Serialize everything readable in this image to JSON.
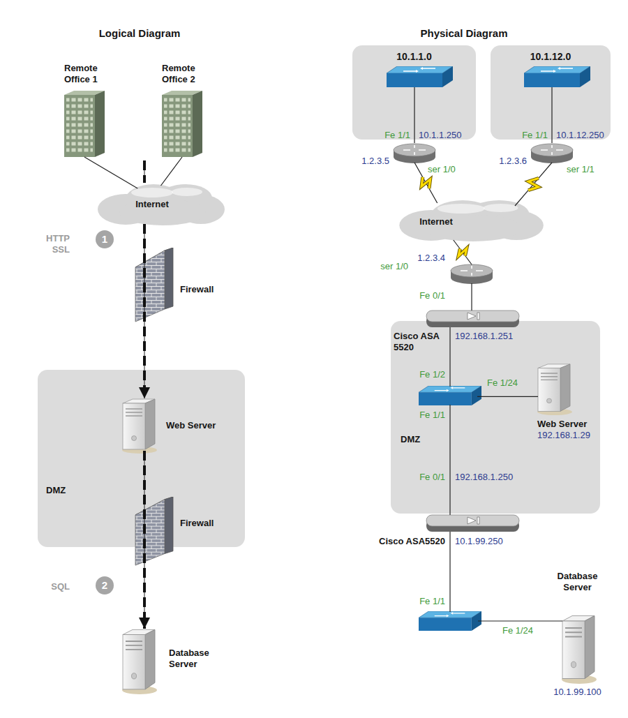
{
  "diagram": {
    "nodes": [
      {
        "text": [
          "Remote Office 1"
        ]
      },
      {
        "text": [
          "Remote Office 2"
        ]
      },
      {
        "text": [
          "Internet"
        ]
      },
      {
        "text": [
          "Firewall"
        ]
      },
      {
        "text": [
          "DMZ"
        ]
      },
      {
        "text": [
          "Web Server"
        ],
        "in": 4
      },
      {
        "text": [
          "Firewall"
        ],
        "in": 4
      },
      {
        "text": [
          "Database Server"
        ]
      },
      {
        "text": [
          "10.1.1.0"
        ]
      },
      {
        "text": [
          "Fe 1/1",
          "10.1.1.250",
          "1.2.3.5",
          "ser 1/0"
        ],
        "in": 8
      },
      {
        "text": [
          "10.1.12.0"
        ]
      },
      {
        "text": [
          "Fe 1/1",
          "10.1.12.250",
          "1.2.3.6",
          "ser 1/1"
        ],
        "in": 10
      },
      {
        "text": [
          "Internet"
        ]
      },
      {
        "text": [
          "ser 1/0",
          "1.2.3.4",
          "Fe 0/1"
        ]
      },
      {
        "text": [
          "DMZ"
        ]
      },
      {
        "text": [
          "Cisco ASA 5520",
          "192.168.1.251"
        ],
        "in": 14
      },
      {
        "text": [
          "Fe 1/2",
          "Fe 1/24",
          "Fe 1/1"
        ],
        "in": 14
      },
      {
        "text": [
          "Web Server",
          "192.168.1.29"
        ],
        "in": 14
      },
      {
        "text": [
          "Fe 0/1",
          "192.168.1.250",
          "Cisco ASA5520",
          "10.1.99.250"
        ],
        "in": 14
      },
      {
        "text": [
          "Fe 1/1",
          "Fe 1/24"
        ]
      },
      {
        "text": [
          "Database Server",
          "10.1.99.100"
        ]
      }
    ],
    "edges": [
      {
        "from": 0,
        "to": 2,
        "arrow": "none"
      },
      {
        "from": 1,
        "to": 2,
        "arrow": "none"
      },
      {
        "from": 2,
        "to": 5,
        "arrow": "to"
      },
      {
        "from": 5,
        "to": 7,
        "arrow": "to"
      },
      {
        "from": 9,
        "to": 12,
        "arrow": "none"
      },
      {
        "from": 11,
        "to": 12,
        "arrow": "none"
      },
      {
        "from": 12,
        "to": 13,
        "arrow": "none"
      },
      {
        "from": 13,
        "to": 15,
        "arrow": "none"
      },
      {
        "from": 15,
        "to": 16,
        "arrow": "none"
      },
      {
        "from": 16,
        "to": 17,
        "arrow": "none"
      },
      {
        "from": 16,
        "to": 18,
        "arrow": "none"
      },
      {
        "from": 18,
        "to": 19,
        "arrow": "none"
      },
      {
        "from": 19,
        "to": 20,
        "arrow": "none"
      }
    ],
    "labels": [
      "Logical Diagram",
      "Physical Diagram",
      "HTTP SSL",
      "1",
      "SQL",
      "2"
    ]
  }
}
